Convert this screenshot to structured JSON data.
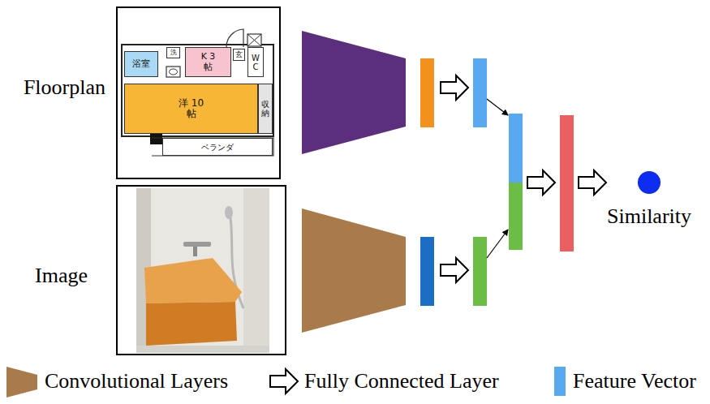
{
  "diagram": {
    "nodes": [
      {
        "text": [
          "Floorplan"
        ]
      },
      {
        "text": [
          "浴室"
        ],
        "in": 0
      },
      {
        "text": [
          "洗"
        ],
        "in": 0
      },
      {
        "text": [
          "K 3帖"
        ],
        "in": 0
      },
      {
        "text": [
          "玄"
        ],
        "in": 0
      },
      {
        "text": [
          "W C"
        ],
        "in": 0
      },
      {
        "text": [
          "洋 10帖"
        ],
        "in": 0
      },
      {
        "text": [
          "収納"
        ],
        "in": 0
      },
      {
        "text": [
          "ベランダ"
        ],
        "in": 0
      },
      {
        "text": [
          "Image"
        ]
      },
      {
        "text": [
          "Similarity"
        ]
      }
    ],
    "legend": [
      {
        "text": "Convolutional Layers"
      },
      {
        "text": "Fully Connected Layer"
      },
      {
        "text": "Feature Vector",
        "color": "#58a9f0"
      }
    ]
  }
}
